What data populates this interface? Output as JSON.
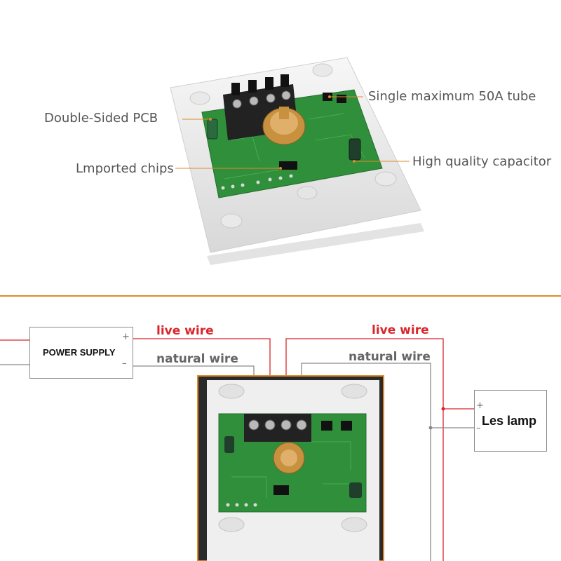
{
  "callouts": {
    "double_sided_pcb": "Double-Sided PCB",
    "imported_chips": "Lmported chips",
    "max_tube": "Single maximum 50A tube",
    "capacitor": "High quality capacitor"
  },
  "wiring": {
    "power_supply": "POWER SUPPLY",
    "lamp": "Les lamp",
    "live_wire_left": "live wire",
    "live_wire_right": "live wire",
    "natural_wire_left": "natural wire",
    "natural_wire_right": "natural wire",
    "plus": "+",
    "minus": "–"
  },
  "colors": {
    "live": "#d9262b",
    "natural": "#8a8a8a",
    "divider": "#e08a2c",
    "pcb": "#2f8f3a",
    "plate": "#f4f4f4"
  }
}
